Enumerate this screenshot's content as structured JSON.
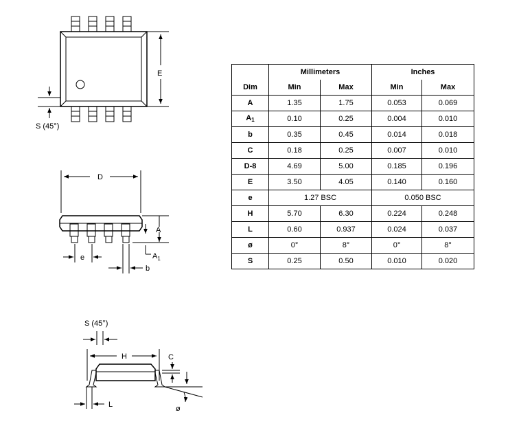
{
  "labels": {
    "E": "E",
    "S": "S (45°)",
    "D": "D",
    "A": "A",
    "A1_base": "A",
    "A1_sub": "1",
    "e": "e",
    "b": "b",
    "H": "H",
    "C": "C",
    "L": "L",
    "phi": "ø"
  },
  "table": {
    "group_mm": "Millimeters",
    "group_in": "Inches",
    "col_dim": "Dim",
    "col_min": "Min",
    "col_max": "Max",
    "rows": [
      {
        "dim": "A",
        "sub": "",
        "mm_min": "1.35",
        "mm_max": "1.75",
        "in_min": "0.053",
        "in_max": "0.069"
      },
      {
        "dim": "A",
        "sub": "1",
        "mm_min": "0.10",
        "mm_max": "0.25",
        "in_min": "0.004",
        "in_max": "0.010"
      },
      {
        "dim": "b",
        "sub": "",
        "mm_min": "0.35",
        "mm_max": "0.45",
        "in_min": "0.014",
        "in_max": "0.018"
      },
      {
        "dim": "C",
        "sub": "",
        "mm_min": "0.18",
        "mm_max": "0.25",
        "in_min": "0.007",
        "in_max": "0.010"
      },
      {
        "dim": "D-8",
        "sub": "",
        "mm_min": "4.69",
        "mm_max": "5.00",
        "in_min": "0.185",
        "in_max": "0.196"
      },
      {
        "dim": "E",
        "sub": "",
        "mm_min": "3.50",
        "mm_max": "4.05",
        "in_min": "0.140",
        "in_max": "0.160"
      },
      {
        "dim": "e",
        "sub": "",
        "mm_bsc": "1.27 BSC",
        "in_bsc": "0.050 BSC"
      },
      {
        "dim": "H",
        "sub": "",
        "mm_min": "5.70",
        "mm_max": "6.30",
        "in_min": "0.224",
        "in_max": "0.248"
      },
      {
        "dim": "L",
        "sub": "",
        "mm_min": "0.60",
        "mm_max": "0.937",
        "in_min": "0.024",
        "in_max": "0.037"
      },
      {
        "dim": "ø",
        "sub": "",
        "mm_min": "0°",
        "mm_max": "8°",
        "in_min": "0°",
        "in_max": "8°"
      },
      {
        "dim": "S",
        "sub": "",
        "mm_min": "0.25",
        "mm_max": "0.50",
        "in_min": "0.010",
        "in_max": "0.020"
      }
    ]
  }
}
